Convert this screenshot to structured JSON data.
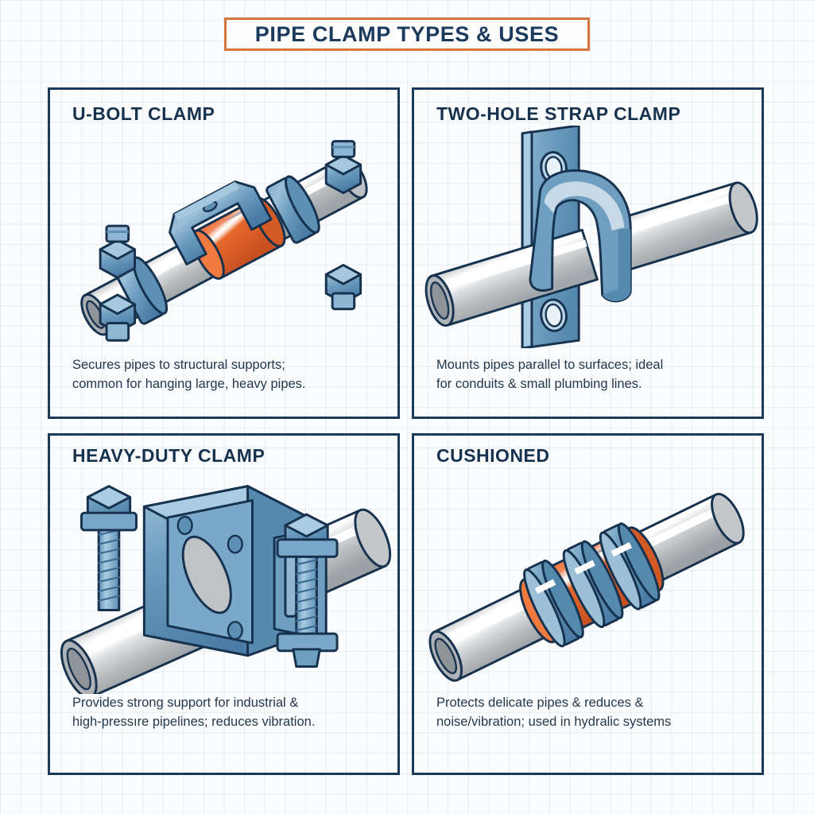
{
  "header": {
    "title": "PIPE CLAMP TYPES & USES",
    "border_color": "#D4763C",
    "text_color": "#1B3A5C"
  },
  "theme": {
    "background": "#fbfcfd",
    "grid_line": "#8caac8",
    "panel_border": "#1B3A5C",
    "metal_blue": "#6E9EC0",
    "metal_blue_dark": "#4A7CA5",
    "outline_navy": "#17324F",
    "pipe_grey": "#C9CCCE",
    "pipe_highlight": "#FFFFFF",
    "accent_orange": "#E8692C",
    "accent_orange_dark": "#C85020",
    "body_text": "#23384d"
  },
  "panels": [
    {
      "id": "u-bolt-clamp",
      "title": "U-BOLT CLAMP",
      "desc_line1": "Secures pipes to structural supports;",
      "desc_line2": "common for hanging large, heavy pipes.",
      "illustration": "diagonal-pipe-with-u-bolt-clamp-and-orange-sleeve"
    },
    {
      "id": "two-hole-strap-clamp",
      "title": "TWO-HOLE STRAP CLAMP",
      "desc_line1": "Mounts pipes parallel to surfaces; ideal",
      "desc_line2": "for conduits & small plumbing lines.",
      "illustration": "vertical-strap-plate-with-two-holes-over-horizontal-pipe"
    },
    {
      "id": "heavy-duty-clamp",
      "title": "HEAVY-DUTY CLAMP",
      "desc_line1": "Provides strong support for industrial &",
      "desc_line2": "high-pressıre pipelines; reduces vibration.",
      "illustration": "heavy-block-clamp-body-with-threaded-bolts-and-hex-nuts"
    },
    {
      "id": "cushioned-clamp",
      "title": "CUSHIONED",
      "desc_line1": "Protects delicate pipes & reduces &",
      "desc_line2": "noise/vibration; used in hydralic systems",
      "illustration": "pipe-with-orange-cushion-liner-and-blue-band-clamps"
    }
  ]
}
